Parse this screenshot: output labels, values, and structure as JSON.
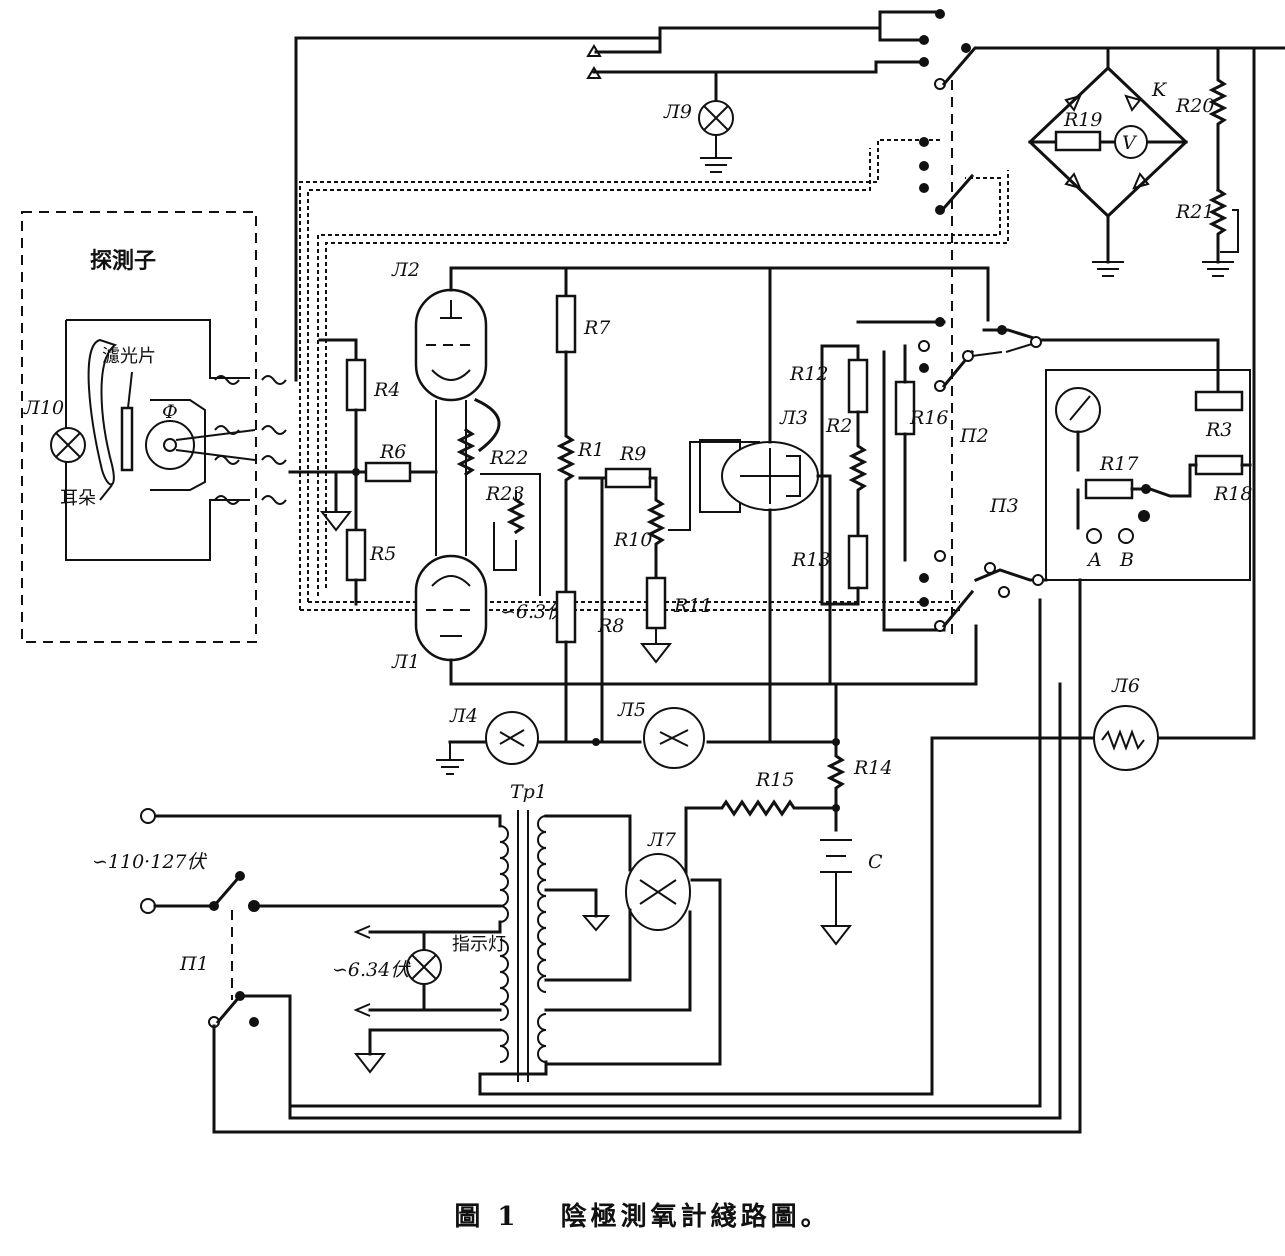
{
  "probe": {
    "title": "探測子",
    "filter_label": "濾光片",
    "ear_label": "耳朵"
  },
  "labels": {
    "L1": "Л1",
    "L2": "Л2",
    "L3": "Л3",
    "L4": "Л4",
    "L5": "Л5",
    "L6": "Л6",
    "L7": "Л7",
    "L9": "Л9",
    "L10": "Л10",
    "R1": "R1",
    "R2": "R2",
    "R3": "R3",
    "R4": "R4",
    "R5": "R5",
    "R6": "R6",
    "R7": "R7",
    "R8": "R8",
    "R9": "R9",
    "R10": "R10",
    "R11": "R11",
    "R12": "R12",
    "R13": "R13",
    "R14": "R14",
    "R15": "R15",
    "R16": "R16",
    "R17": "R17",
    "R18": "R18",
    "R19": "R19",
    "R20": "R20",
    "R21": "R21",
    "R22": "R22",
    "R23": "R23",
    "P1": "П1",
    "P2": "П2",
    "P3": "П3",
    "Tr1": "Tp1",
    "C": "C",
    "K": "K",
    "V": "V",
    "A": "A",
    "B": "B",
    "phi": "Ф"
  },
  "voltages": {
    "heater_63": "∽6.3伏",
    "mains": "∽110·127伏",
    "lamp_634": "∽6.34伏"
  },
  "indicator_label": "指示灯",
  "caption": {
    "figure": "圖 1",
    "title": "陰極測氧計綫路圖。"
  }
}
